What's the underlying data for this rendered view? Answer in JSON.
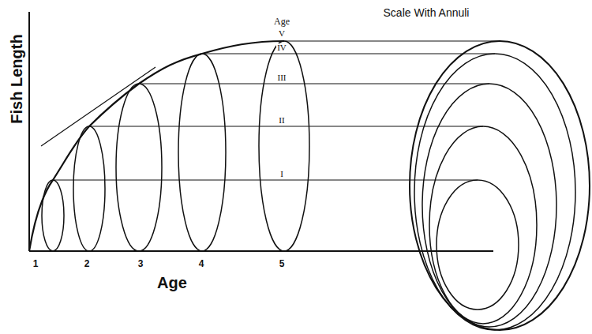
{
  "diagram": {
    "labels": [
      "Age",
      "V",
      "IV",
      "III",
      "II",
      "I",
      "Scale With Annuli",
      "Fish Length",
      "1",
      "2",
      "3",
      "4",
      "5",
      "Age"
    ]
  }
}
